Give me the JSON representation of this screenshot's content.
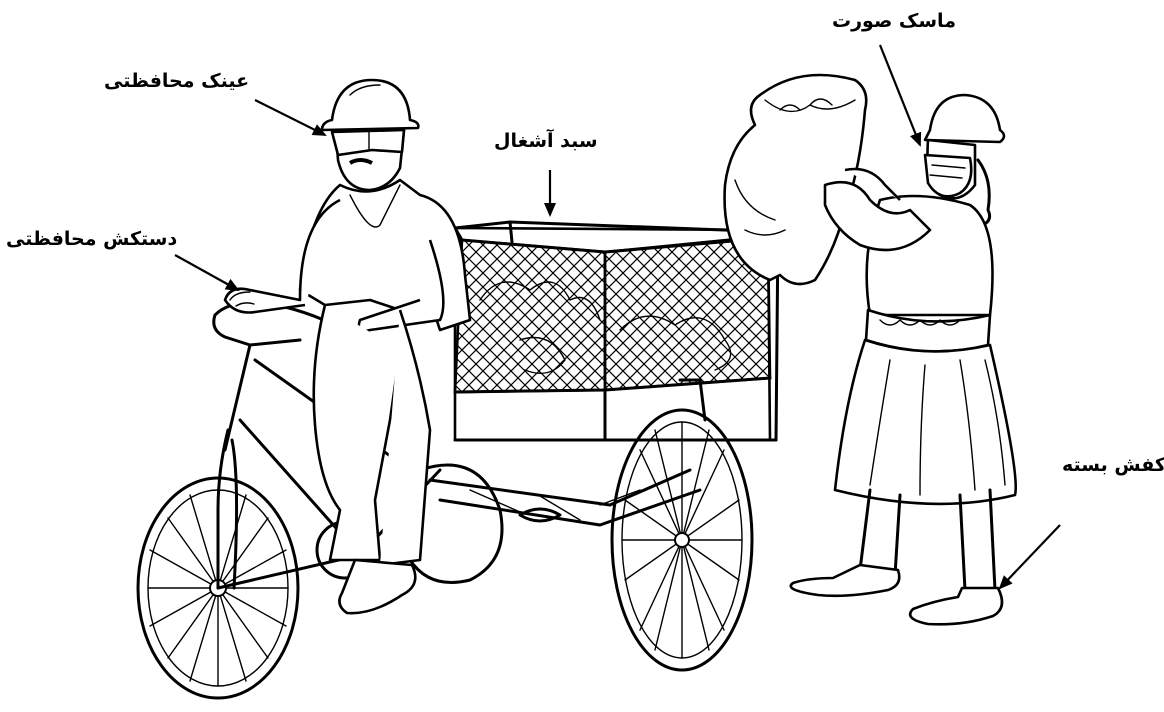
{
  "labels": {
    "goggles": "عینک محافظتی",
    "gloves": "دستکش محافظتی",
    "basket": "سبد آشغال",
    "face_mask": "ماسک صورت",
    "closed_shoes": "کفش بسته"
  }
}
